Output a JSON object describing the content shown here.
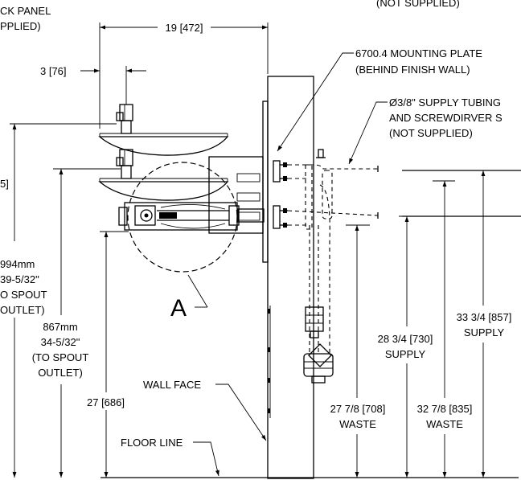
{
  "labels": {
    "back_panel_1": "CK PANEL",
    "back_panel_2": "PPLIED)",
    "not_supplied_top": "(NOT SUPPLIED)",
    "dim_width": "19 [472]",
    "dim_3": "3 [76]",
    "mounting_plate_1": "6700.4 MOUNTING PLATE",
    "mounting_plate_2": "(BEHIND FINISH WALL)",
    "supply_tubing_1": "Ø3/8\" SUPPLY TUBING",
    "supply_tubing_2": "AND SCREWDIRVER S",
    "supply_tubing_3": "(NOT SUPPLIED)",
    "left_5": "5]",
    "left_994_1": "994mm",
    "left_994_2": "39-5/32\"",
    "left_994_3": "O SPOUT",
    "left_994_4": "OUTLET)",
    "detail_a": "A",
    "dim_867_1": "867mm",
    "dim_867_2": "34-5/32\"",
    "dim_867_3": "(TO SPOUT",
    "dim_867_4": "OUTLET)",
    "wall_face": "WALL FACE",
    "dim_27": "27 [686]",
    "floor_line": "FLOOR LINE",
    "dim_2834_1": "28 3/4 [730]",
    "dim_2834_2": "SUPPLY",
    "dim_3334_1": "33 3/4 [857]",
    "dim_3334_2": "SUPPLY",
    "dim_2778_1": "27 7/8 [708]",
    "dim_2778_2": "WASTE",
    "dim_3278_1": "32 7/8 [835]",
    "dim_3278_2": "WASTE"
  }
}
